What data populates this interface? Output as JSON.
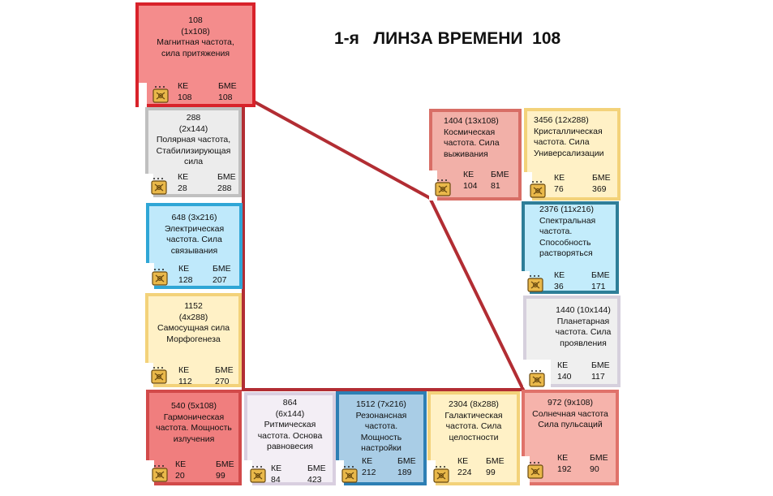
{
  "title": "1-я   ЛИНЗА ВРЕМЕНИ  108",
  "cells": [
    {
      "id": "c1",
      "text": "108\n(1х108)\nМагнитная частота,\nсила притяжения",
      "ke": "КЕ\n108",
      "bme": "БМЕ\n108",
      "bg": "#f48c8c",
      "border": "#d8222a"
    },
    {
      "id": "c2",
      "text": "288\n(2х144)\nПолярная частота,\nСтабилизирующая\nсила",
      "ke": "КЕ\n28",
      "bme": "БМЕ\n288",
      "bg": "#ececec",
      "border": "#c0c0c0"
    },
    {
      "id": "c3",
      "text": "648 (3х216)\nЭлектрическая\nчастота. Сила\nсвязывания",
      "ke": "КЕ\n128",
      "bme": "БМЕ\n207",
      "bg": "#bfe9fb",
      "border": "#2fa6d6"
    },
    {
      "id": "c4",
      "text": "1152\n(4х288)\nСамосущная сила\nМорфогенеза",
      "ke": "КЕ\n112",
      "bme": "БМЕ\n270",
      "bg": "#fff1c6",
      "border": "#f3d27a"
    },
    {
      "id": "c5",
      "text": "540   (5х108)\nГармоническая\nчастота. Мощность\nизлучения",
      "ke": "КЕ\n20",
      "bme": "БМЕ\n99",
      "bg": "#f07e7e",
      "border": "#d24a4a"
    },
    {
      "id": "c6",
      "text": "864\n(6х144)\nРитмическая\nчастота. Основа\nравновесия",
      "ke": "КЕ\n84",
      "bme": "БМЕ\n423",
      "bg": "#f3eef5",
      "border": "#d9cfe0"
    },
    {
      "id": "c7",
      "text": "1512  (7х216)\nРезонансная\nчастота.\nМощность\nнастройки",
      "ke": "КЕ\n212",
      "bme": "БМЕ\n189",
      "bg": "#a9cde6",
      "border": "#2d7fb4"
    },
    {
      "id": "c8",
      "text": "2304 (8х288)\nГалактическая\nчастота. Сила\nцелостности",
      "ke": "КЕ\n224",
      "bme": "БМЕ\n99",
      "bg": "#fff1c6",
      "border": "#f3d27a"
    },
    {
      "id": "c9",
      "text": "972 (9х108)\nСолнечная частота\nСила пульсаций",
      "ke": "КЕ\n192",
      "bme": "БМЕ\n90",
      "bg": "#f6b3ab",
      "border": "#e0726a"
    },
    {
      "id": "c10",
      "text": "1440 (10х144)\nПланетарная\nчастота. Сила\nпроявления",
      "ke": "КЕ\n140",
      "bme": "БМЕ\n117",
      "bg": "#efefef",
      "border": "#d6d0dd"
    },
    {
      "id": "c11",
      "text": "2376 (11х216)\nСпектральная\nчастота.\nСпособность\nрастворяться",
      "ke": "КЕ\n36",
      "bme": "БМЕ\n171",
      "bg": "#c3ecfb",
      "border": "#2e7e98"
    },
    {
      "id": "c12",
      "text": "3456 (12х288)\nКристаллическая\nчастота. Сила\nУниверсализации",
      "ke": "КЕ\n76",
      "bme": "БМЕ\n369",
      "bg": "#fff1c6",
      "border": "#f3d27a"
    },
    {
      "id": "c13",
      "text": "1404 (13х108)\nКосмическая\nчастота. Сила\nвыживания",
      "ke": "КЕ\n104",
      "bme": "БМЕ\n81",
      "bg": "#f2b0a8",
      "border": "#d86e66"
    }
  ],
  "colors": {
    "line": "#b22d33"
  },
  "icon": "glyph-icon"
}
